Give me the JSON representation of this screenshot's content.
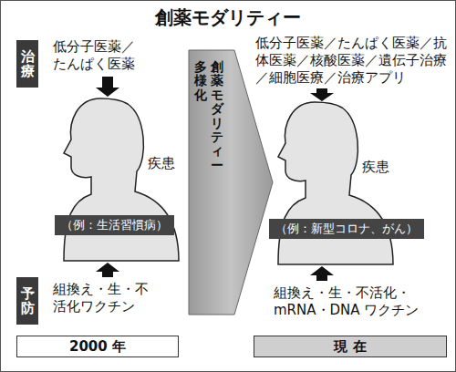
{
  "diagram": {
    "title": "創薬モダリティー",
    "nodes": [
      {
        "text": [
          "治療"
        ]
      },
      {
        "text": [
          "予防"
        ]
      },
      {
        "text": [
          "疾患"
        ]
      },
      {
        "text": [
          "（例：生活習慣病）"
        ],
        "in": 2
      },
      {
        "text": [
          "2000 年"
        ]
      },
      {
        "text": [
          "創薬モダリティー",
          "多様化"
        ]
      },
      {
        "text": [
          "疾患"
        ]
      },
      {
        "text": [
          "（例：新型コロナ、がん）"
        ],
        "in": 6
      },
      {
        "text": [
          "現 在"
        ]
      }
    ],
    "labels": [
      "低分子医薬／たんぱく医薬",
      "組換え・生・不活化ワクチン",
      "低分子医薬／たんぱく医薬／抗体医薬／核酸医薬／遺伝子治療／細胞医療／治療アプリ",
      "組換え・生・不活化・mRNA・DNA ワクチン"
    ]
  }
}
